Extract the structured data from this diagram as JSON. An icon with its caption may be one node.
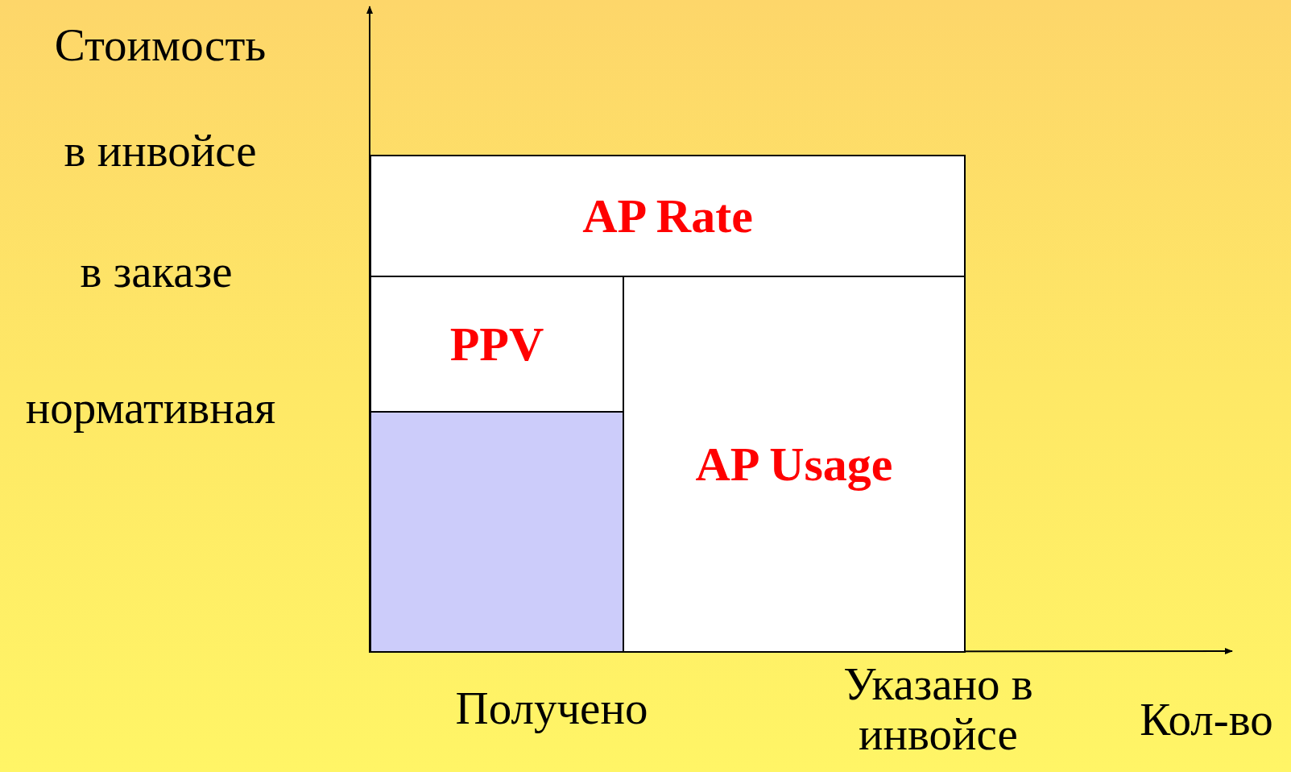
{
  "diagram": {
    "nodes": [
      {
        "text": [
          "AP Rate"
        ]
      },
      {
        "text": [
          "PPV"
        ]
      },
      {
        "text": [],
        "shape": "box"
      },
      {
        "text": [
          "AP Usage"
        ]
      }
    ],
    "labels": [
      "Стоимость",
      "в инвойсе",
      "в заказе",
      "нормативная",
      "Получено",
      "Указано в инвойсе",
      "Кол-во"
    ]
  }
}
